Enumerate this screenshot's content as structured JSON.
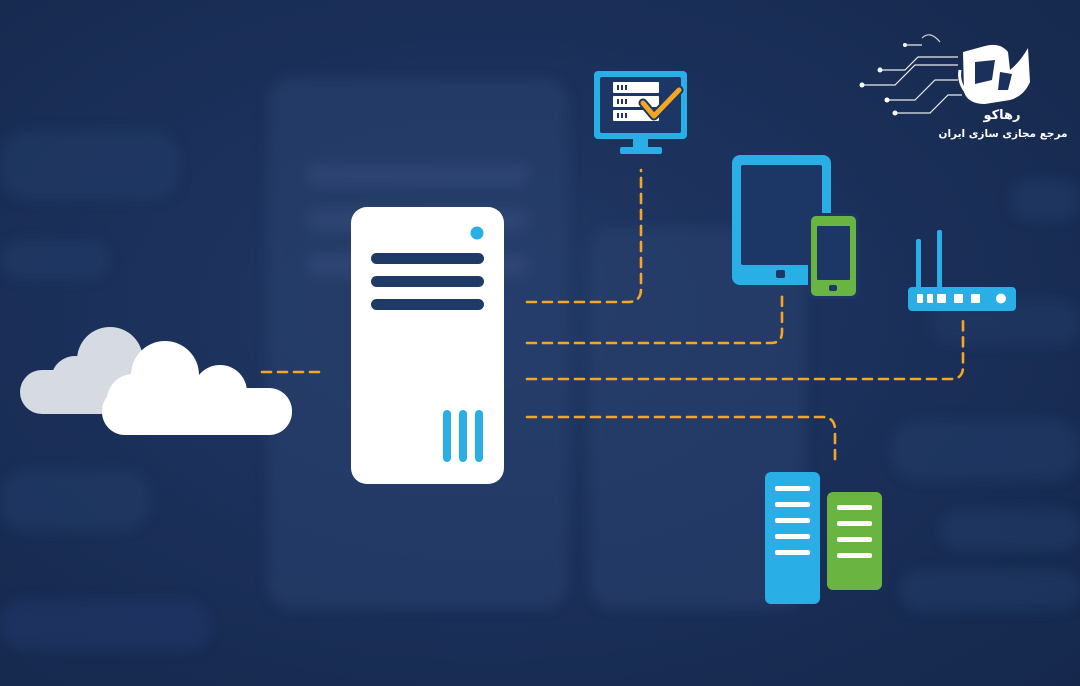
{
  "brand": {
    "name": "رهاکو",
    "tagline": "مرجع مجازی سازی ایران",
    "logo_icon": "rahaco-logo-icon"
  },
  "colors": {
    "background": "#1b305a",
    "server_body": "#ffffff",
    "accent_blue": "#29aee6",
    "accent_green": "#6ab541",
    "connection_line": "#f5a623",
    "cloud_front": "#ffffff",
    "cloud_back": "#d5dae3"
  },
  "nodes": [
    {
      "id": "cloud",
      "icon": "cloud-icon"
    },
    {
      "id": "central-server",
      "icon": "server-tower-icon"
    },
    {
      "id": "monitor",
      "icon": "monitor-server-check-icon"
    },
    {
      "id": "tablet",
      "icon": "tablet-icon"
    },
    {
      "id": "phone",
      "icon": "smartphone-icon"
    },
    {
      "id": "router",
      "icon": "wifi-router-icon"
    },
    {
      "id": "storage",
      "icon": "storage-servers-icon"
    }
  ]
}
